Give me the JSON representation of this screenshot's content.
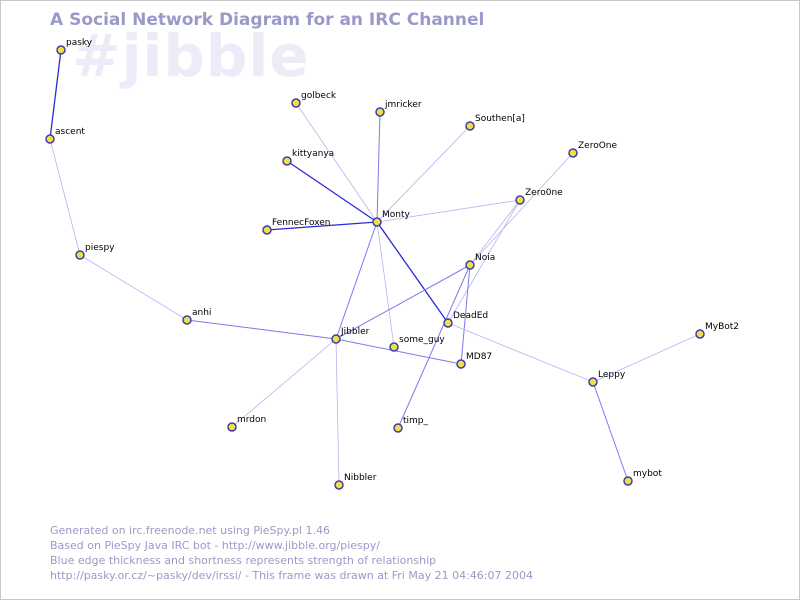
{
  "title": "A Social Network Diagram for an IRC Channel",
  "channel": "#jibble",
  "footer": [
    "Generated on irc.freenode.net using PieSpy.pl 1.46",
    "Based on PieSpy Java IRC bot - http://www.jibble.org/piespy/",
    "Blue edge thickness and shortness represents strength of relationship",
    "http://pasky.or.cz/~pasky/dev/irssi/ - This frame was drawn at Fri May 21 04:46:07 2004"
  ],
  "colors": {
    "node_fill": "#f0e040",
    "node_stroke": "#3c3cb4",
    "edge_strong": "#2a2ad8",
    "edge_weak": "#b4b4f0",
    "text_muted": "#9a9ac8"
  },
  "nodes": [
    {
      "id": "pasky",
      "label": "pasky"
    },
    {
      "id": "ascent",
      "label": "ascent"
    },
    {
      "id": "piespy",
      "label": "piespy"
    },
    {
      "id": "anhi",
      "label": "anhi"
    },
    {
      "id": "golbeck",
      "label": "golbeck"
    },
    {
      "id": "jmricker",
      "label": "jmricker"
    },
    {
      "id": "Southen",
      "label": "Southen[a]"
    },
    {
      "id": "kittyanya",
      "label": "kittyanya"
    },
    {
      "id": "ZeroOne",
      "label": "ZeroOne"
    },
    {
      "id": "Zero0ne",
      "label": "Zero0ne"
    },
    {
      "id": "FennecFoxen",
      "label": "FennecFoxen"
    },
    {
      "id": "Monty",
      "label": "Monty"
    },
    {
      "id": "Noia",
      "label": "Noia"
    },
    {
      "id": "DeadEd",
      "label": "DeadEd"
    },
    {
      "id": "Jibbler",
      "label": "Jibbler"
    },
    {
      "id": "some_guy",
      "label": "some_guy"
    },
    {
      "id": "MD87",
      "label": "MD87"
    },
    {
      "id": "MyBot2",
      "label": "MyBot2"
    },
    {
      "id": "Leppy",
      "label": "Leppy"
    },
    {
      "id": "mrdon",
      "label": "mrdon"
    },
    {
      "id": "timp_",
      "label": "timp_"
    },
    {
      "id": "Nibbler",
      "label": "Nibbler"
    },
    {
      "id": "mybot",
      "label": "mybot"
    }
  ],
  "edges": [
    {
      "from": "pasky",
      "to": "ascent",
      "strength": "strong"
    },
    {
      "from": "ascent",
      "to": "piespy",
      "strength": "weak"
    },
    {
      "from": "piespy",
      "to": "anhi",
      "strength": "weak"
    },
    {
      "from": "anhi",
      "to": "Jibbler",
      "strength": "medium"
    },
    {
      "from": "golbeck",
      "to": "Monty",
      "strength": "weak"
    },
    {
      "from": "jmricker",
      "to": "Monty",
      "strength": "medium"
    },
    {
      "from": "Southen",
      "to": "Monty",
      "strength": "weak"
    },
    {
      "from": "kittyanya",
      "to": "Monty",
      "strength": "strong"
    },
    {
      "from": "FennecFoxen",
      "to": "Monty",
      "strength": "strong"
    },
    {
      "from": "Monty",
      "to": "Zero0ne",
      "strength": "weak"
    },
    {
      "from": "Monty",
      "to": "DeadEd",
      "strength": "strong"
    },
    {
      "from": "Monty",
      "to": "Jibbler",
      "strength": "medium"
    },
    {
      "from": "Monty",
      "to": "some_guy",
      "strength": "weak"
    },
    {
      "from": "ZeroOne",
      "to": "Noia",
      "strength": "weak"
    },
    {
      "from": "Zero0ne",
      "to": "Noia",
      "strength": "weak"
    },
    {
      "from": "Zero0ne",
      "to": "DeadEd",
      "strength": "weak"
    },
    {
      "from": "Noia",
      "to": "Jibbler",
      "strength": "medium"
    },
    {
      "from": "Noia",
      "to": "MD87",
      "strength": "medium"
    },
    {
      "from": "Noia",
      "to": "timp_",
      "strength": "medium"
    },
    {
      "from": "DeadEd",
      "to": "Leppy",
      "strength": "weak"
    },
    {
      "from": "Jibbler",
      "to": "MD87",
      "strength": "medium"
    },
    {
      "from": "Jibbler",
      "to": "mrdon",
      "strength": "weak"
    },
    {
      "from": "Jibbler",
      "to": "Nibbler",
      "strength": "weak"
    },
    {
      "from": "Leppy",
      "to": "MyBot2",
      "strength": "weak"
    },
    {
      "from": "Leppy",
      "to": "mybot",
      "strength": "medium"
    }
  ]
}
